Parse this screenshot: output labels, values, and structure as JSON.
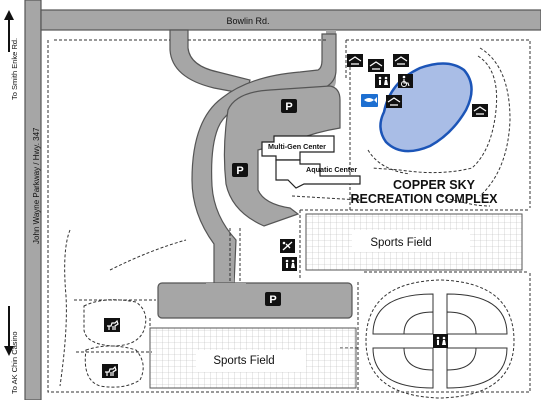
{
  "roads": {
    "bowlin": "Bowlin Rd.",
    "john_wayne": "John Wayne Parkway / Hwy. 347",
    "to_smith_enke": "To Smith Enke Rd.",
    "to_ak_chin": "To AK Chin Casino"
  },
  "buildings": {
    "multi_gen": "Multi-Gen Center",
    "aquatic": "Aquatic Center"
  },
  "complex_title": {
    "line1": "COPPER SKY",
    "line2": "RECREATION COMPLEX"
  },
  "fields": {
    "sports_field_east": "Sports Field",
    "sports_field_south": "Sports Field"
  },
  "parking_label": "P",
  "colors": {
    "road": "#a6a6a6",
    "road_edge": "#555555",
    "lake_fill": "#a9bde6",
    "lake_edge": "#1c55b8",
    "icon_bg": "#111111",
    "icon_accent": "#1d6fd1"
  },
  "icons": [
    "picnic-shelter-icon",
    "restroom-icon",
    "wheelchair-icon",
    "fishing-icon",
    "playground-icon",
    "dog-park-icon"
  ]
}
